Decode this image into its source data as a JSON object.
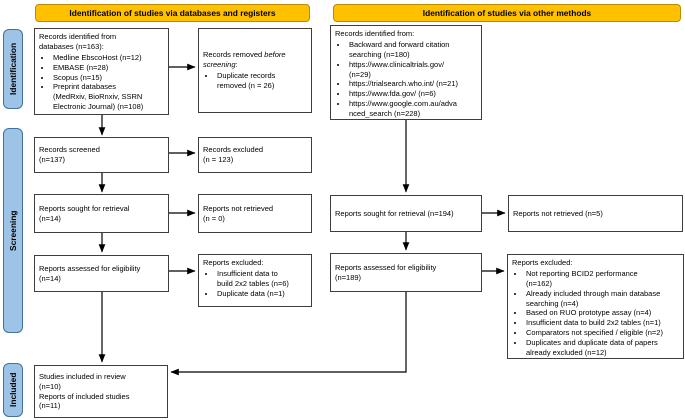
{
  "diagram": {
    "headers": {
      "databases": "Identification of studies via databases and registers",
      "other": "Identification of studies via other methods"
    },
    "stages": {
      "identification": "Identification",
      "screening": "Screening",
      "included": "Included"
    },
    "db": {
      "identified": {
        "intro": "Records identified from\ndatabases (n=163):",
        "items": [
          "Medline EbscoHost (n=12)",
          "EMBASE (n=28)",
          "Scopus (n=15)",
          "Preprint databases\n(MedRxiv, BioRnxiv, SSRN\nElectronic Journal) (n=108)"
        ]
      },
      "removed": {
        "plain": "Records removed ",
        "italic": "before screening",
        "suffix": ":",
        "items": [
          "Duplicate records\nremoved (n = 26)"
        ]
      },
      "screened": "Records screened\n(n=137)",
      "screened_excluded": "Records excluded\n(n = 123)",
      "sought": "Reports sought for retrieval\n(n=14)",
      "not_retrieved": "Reports not retrieved\n(n = 0)",
      "assessed": "Reports assessed for eligibility\n(n=14)",
      "excluded": {
        "intro": "Reports excluded:",
        "items": [
          "Insufficient data to\nbuild 2x2 tables (n=6)",
          "Duplicate data (n=1)"
        ]
      }
    },
    "other": {
      "identified": {
        "intro": "Records identified from:",
        "items": [
          "Backward and forward citation\nsearching (n=180)",
          "https://www.clinicaltrials.gov/\n(n=29)",
          "https://trialsearch.who.int/ (n=21)",
          "https://www.fda.gov/ (n=6)",
          "https://www.google.com.au/adva\nnced_search (n=228)"
        ]
      },
      "sought": "Reports sought for retrieval (n=194)",
      "not_retrieved": "Reports not retrieved (n=5)",
      "assessed": "Reports assessed for eligibility\n(n=189)",
      "excluded": {
        "intro": "Reports excluded:",
        "items": [
          "Not reporting BCID2 performance\n(n=162)",
          "Already included through main database\nsearching (n=4)",
          "Based on RUO prototype assay (n=4)",
          "Insufficient data to build 2x2 tables (n=1)",
          "Comparators not specified / eligible (n=2)",
          "Duplicates and duplicate data of papers\nalready excluded (n=12)"
        ]
      }
    },
    "included_box": "Studies included in review\n(n=10)\nReports of included studies\n(n=11)",
    "colors": {
      "header_bg": "#FFC000",
      "header_border": "#BC8C00",
      "stage_bg": "#9DC3E6",
      "stage_border": "#41719C",
      "box_border": "#3D3D3D",
      "arrow": "#000000"
    }
  }
}
